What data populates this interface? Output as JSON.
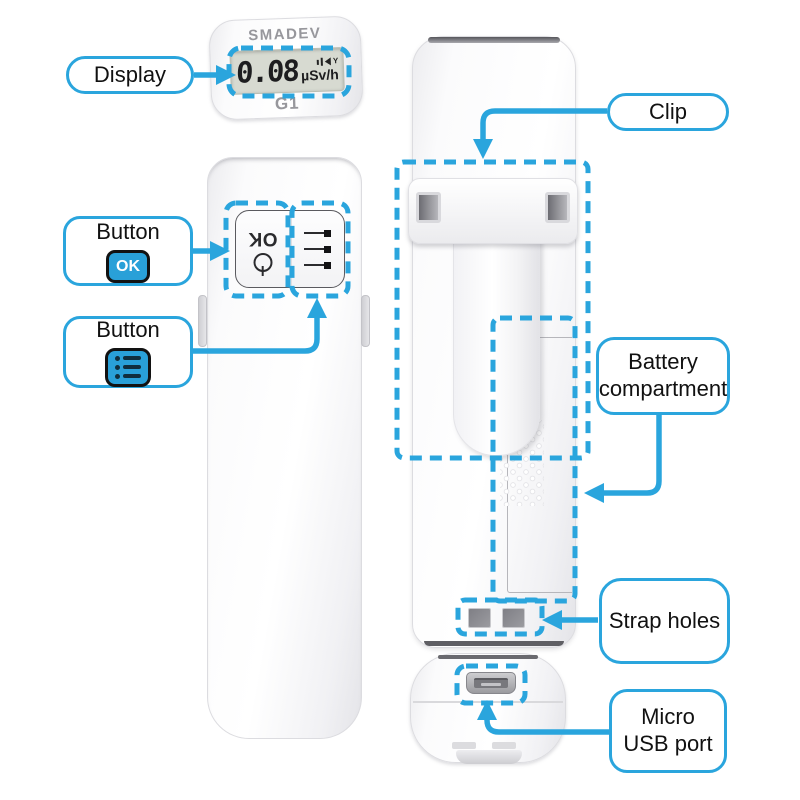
{
  "accent_color": "#2aa5dd",
  "badge_color": "#29a0d8",
  "device": {
    "brand": "SMADEV",
    "model": "G1",
    "lcd": {
      "reading": "0.08",
      "unit": "µSv/h",
      "icons": [
        "speaker-alert-icon",
        "antenna-icon"
      ]
    },
    "front": {
      "ok_button_text": "OK",
      "buttons": [
        "ok-power-button",
        "menu-button"
      ]
    }
  },
  "callouts": {
    "display": "Display",
    "button_ok": {
      "label": "Button",
      "badge_text": "OK"
    },
    "button_menu": {
      "label": "Button",
      "badge_icon": "menu-list-icon"
    },
    "clip": "Clip",
    "battery": "Battery compartment",
    "strap_holes": "Strap holes",
    "micro_usb": "Micro USB port"
  }
}
